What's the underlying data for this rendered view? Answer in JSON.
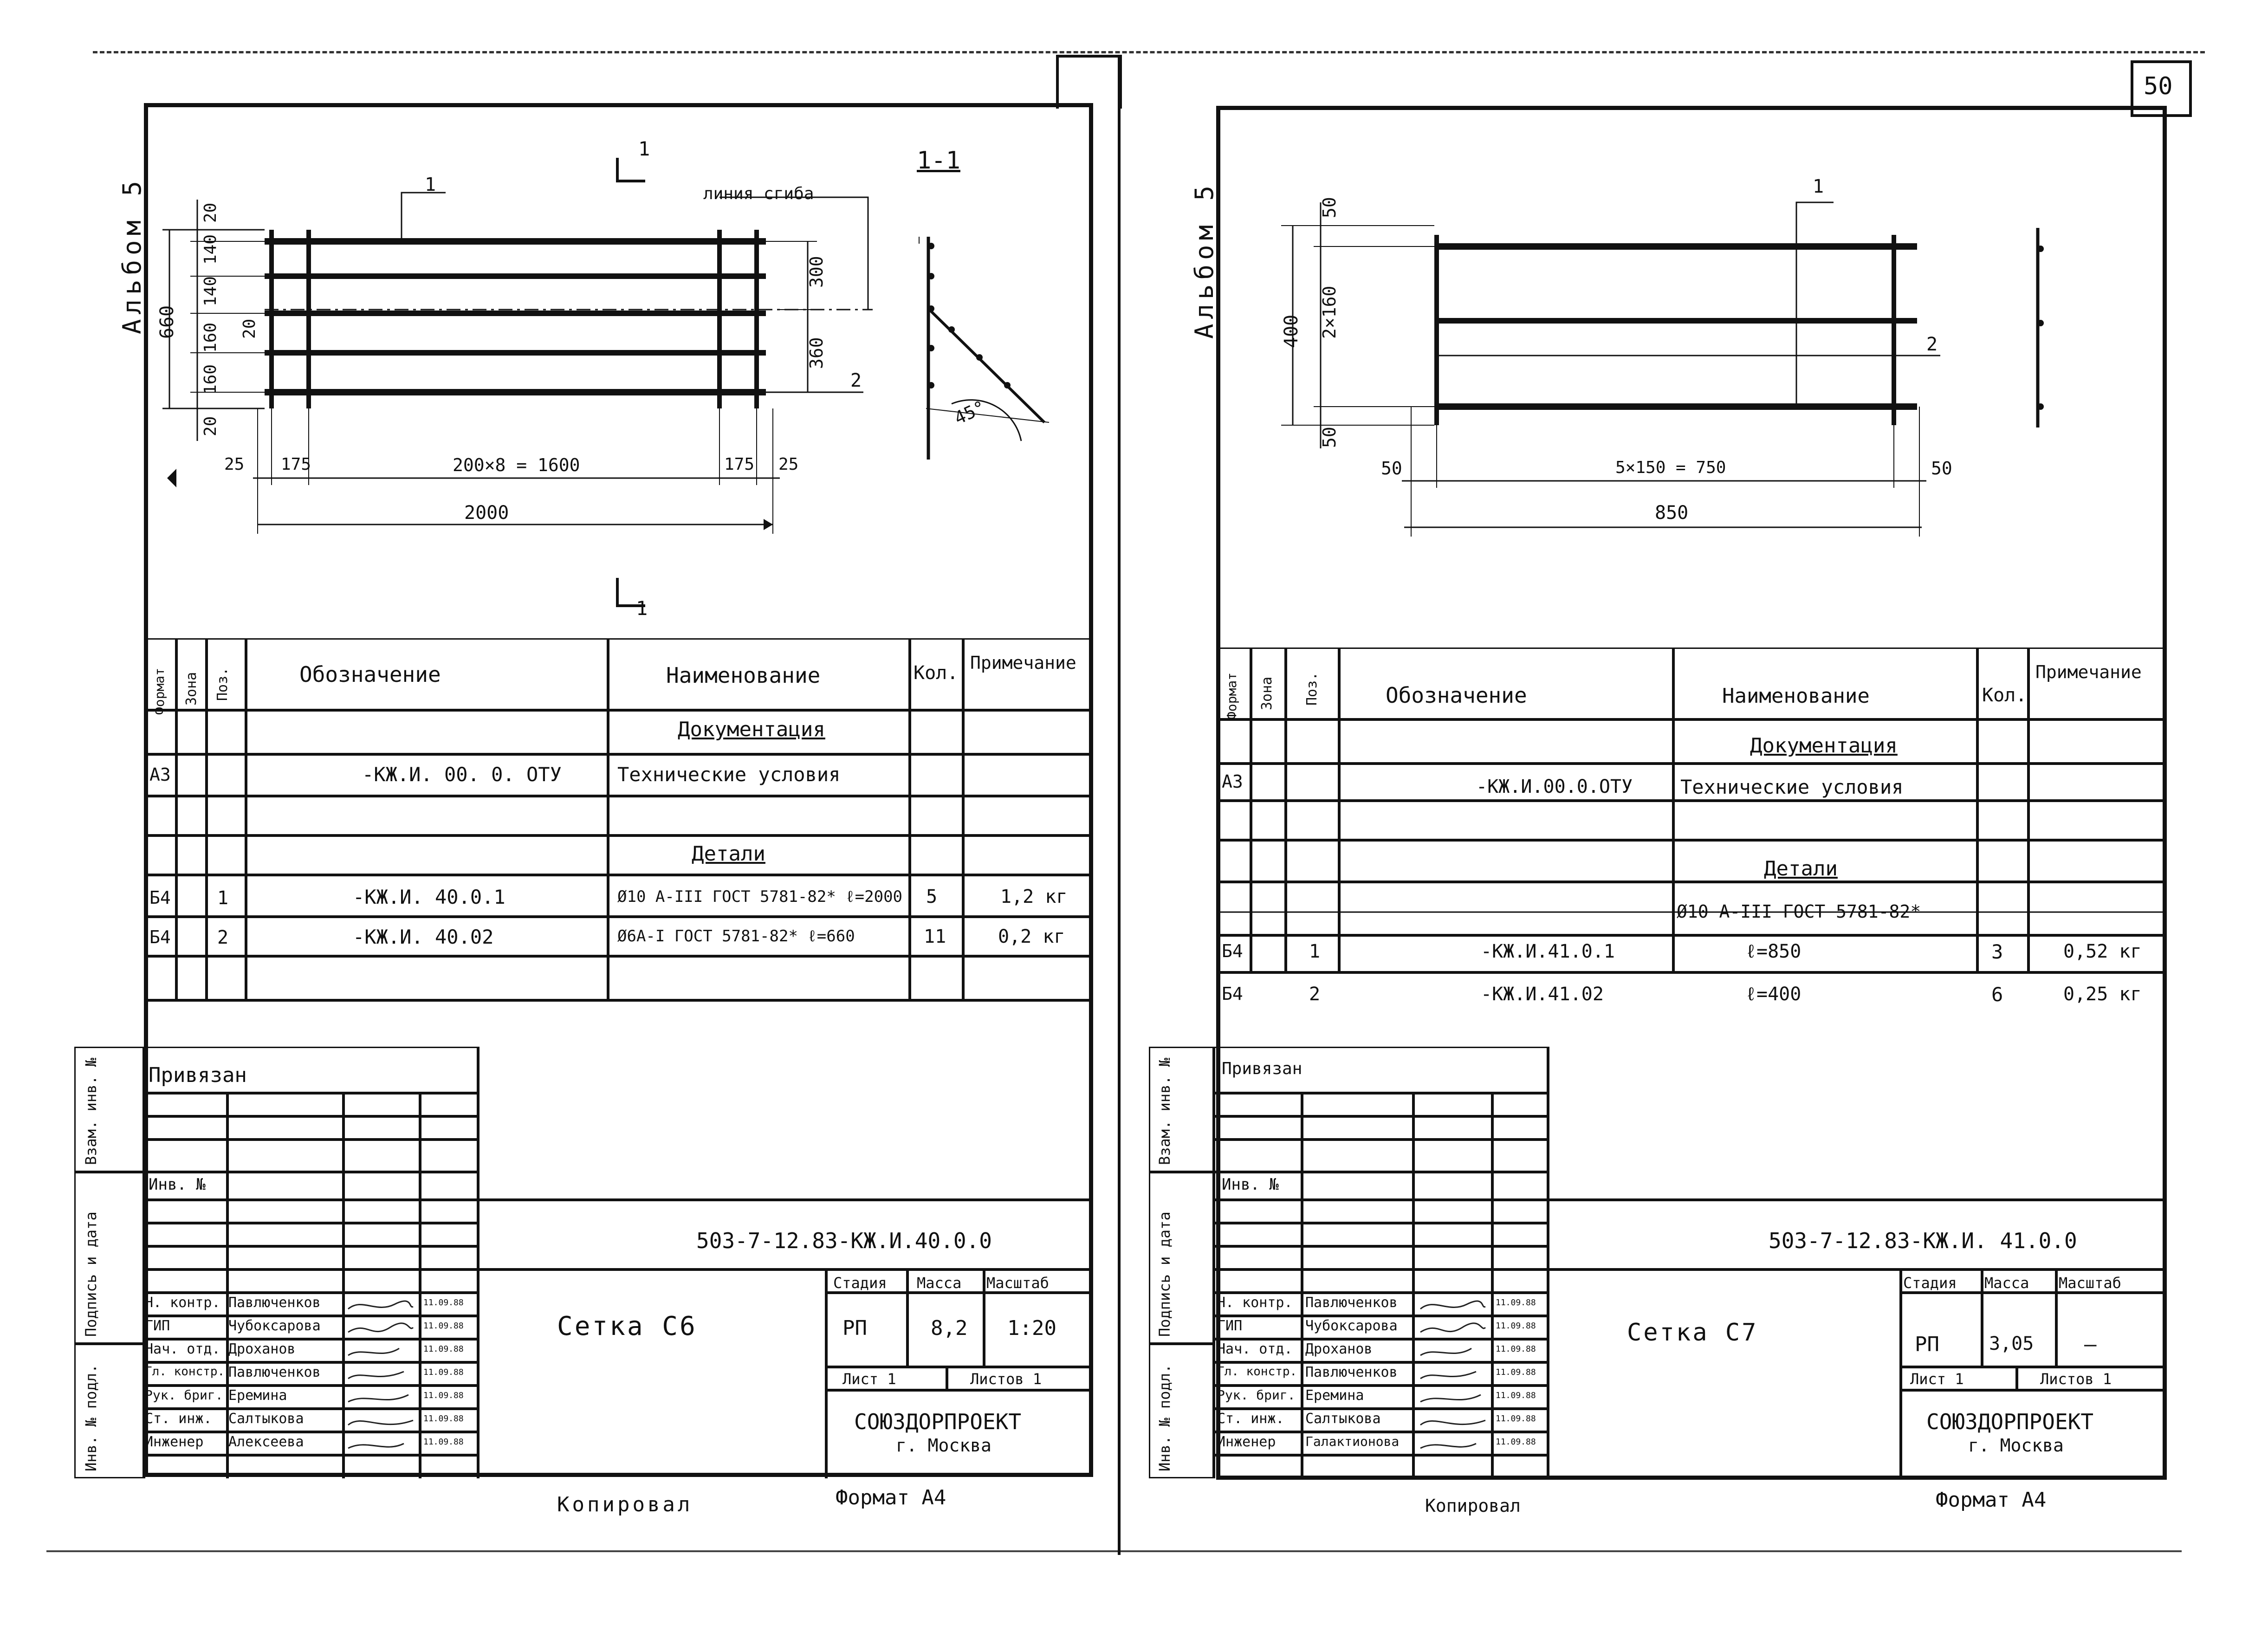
{
  "page_number": "50",
  "left": {
    "album": "Альбом 5",
    "section_mark": "1",
    "section_title": "1-1",
    "fold_line": "линия сгиба",
    "angle": "45°",
    "dims": {
      "d20a": "20",
      "d140a": "140",
      "d140b": "140",
      "d20b": "20",
      "d160a": "160",
      "d160b": "160",
      "d20c": "20",
      "d660": "660",
      "d300": "300",
      "d360": "360",
      "d25a": "25",
      "d175a": "175",
      "d_mid": "200×8 = 1600",
      "d175b": "175",
      "d25b": "25",
      "d2000": "2000",
      "pos1": "1",
      "pos2": "2"
    },
    "spec": {
      "headers": {
        "format": "Формат",
        "zone": "Зона",
        "pos": "Поз.",
        "designation": "Обозначение",
        "name": "Наименование",
        "qty": "Кол.",
        "note": "Примечание"
      },
      "doc_section": "Документация",
      "doc_row": {
        "format": "А3",
        "designation": "-КЖ.И. 00. 0. ОТУ",
        "name": "Технические условия"
      },
      "parts_section": "Детали",
      "rows": [
        {
          "format": "Б4",
          "pos": "1",
          "designation": "-КЖ.И. 40.0.1",
          "name": "Ø10 А-III ГОСТ 5781-82* ℓ=2000",
          "qty": "5",
          "note": "1,2 кг"
        },
        {
          "format": "Б4",
          "pos": "2",
          "designation": "-КЖ.И. 40.02",
          "name": "Ø6А-I ГОСТ 5781-82* ℓ=660",
          "qty": "11",
          "note": "0,2 кг"
        }
      ]
    },
    "stamp": {
      "privyazan": "Привязан",
      "inv_no": "Инв. №",
      "side_labels": [
        "Взам. инв. №",
        "Подпись и дата",
        "Инв. № подл."
      ],
      "code": "503-7-12.83-КЖ.И.40.0.0",
      "title": "Сетка С6",
      "stage_h": "Стадия",
      "mass_h": "Масса",
      "scale_h": "Масштаб",
      "stage": "РП",
      "mass": "8,2",
      "scale": "1:20",
      "sheet": "Лист 1",
      "sheets": "Листов 1",
      "org": "СОЮЗДОРПРОЕКТ",
      "city": "г. Москва",
      "people": [
        {
          "role": "Н. контр.",
          "name": "Павлюченков",
          "date": "11.09.88"
        },
        {
          "role": "ГИП",
          "name": "Чубоксарова",
          "date": "11.09.88"
        },
        {
          "role": "Нач. отд.",
          "name": "Дроханов",
          "date": "11.09.88"
        },
        {
          "role": "Гл. констр.",
          "name": "Павлюченков",
          "date": "11.09.88"
        },
        {
          "role": "Рук. бриг.",
          "name": "Еремина",
          "date": "11.09.88"
        },
        {
          "role": "Ст. инж.",
          "name": "Салтыкова",
          "date": "11.09.88"
        },
        {
          "role": "Инженер",
          "name": "Алексеева",
          "date": "11.09.88"
        }
      ]
    },
    "copied": "Копировал",
    "format": "Формат А4"
  },
  "right": {
    "album": "Альбом 5",
    "dims": {
      "d50a": "50",
      "d2x160": "2×160",
      "d400": "400",
      "d50b": "50",
      "d50c": "50",
      "d_mid": "5×150 = 750",
      "d50d": "50",
      "d850": "850",
      "pos1": "1",
      "pos2": "2"
    },
    "spec": {
      "headers": {
        "format": "Формат",
        "zone": "Зона",
        "pos": "Поз.",
        "designation": "Обозначение",
        "name": "Наименование",
        "qty": "Кол.",
        "note": "Примечание"
      },
      "doc_section": "Документация",
      "doc_row": {
        "format": "А3",
        "designation": "-КЖ.И.00.0.ОТУ",
        "name": "Технические условия"
      },
      "parts_section": "Детали",
      "material": "Ø10 А-III ГОСТ 5781-82*",
      "rows": [
        {
          "format": "Б4",
          "pos": "1",
          "designation": "-КЖ.И.41.0.1",
          "name": "ℓ=850",
          "qty": "3",
          "note": "0,52 кг"
        },
        {
          "format": "Б4",
          "pos": "2",
          "designation": "-КЖ.И.41.02",
          "name": "ℓ=400",
          "qty": "6",
          "note": "0,25 кг"
        }
      ]
    },
    "stamp": {
      "privyazan": "Привязан",
      "inv_no": "Инв. №",
      "side_labels": [
        "Взам. инв. №",
        "Подпись и дата",
        "Инв. № подл."
      ],
      "code": "503-7-12.83-КЖ.И. 41.0.0",
      "title": "Сетка С7",
      "stage_h": "Стадия",
      "mass_h": "Масса",
      "scale_h": "Масштаб",
      "stage": "РП",
      "mass": "3,05",
      "scale": "–",
      "sheet": "Лист 1",
      "sheets": "Листов 1",
      "org": "СОЮЗДОРПРОЕКТ",
      "city": "г. Москва",
      "people": [
        {
          "role": "Н. контр.",
          "name": "Павлюченков",
          "date": "11.09.88"
        },
        {
          "role": "ГИП",
          "name": "Чубоксарова",
          "date": "11.09.88"
        },
        {
          "role": "Нач. отд.",
          "name": "Дроханов",
          "date": "11.09.88"
        },
        {
          "role": "Гл. констр.",
          "name": "Павлюченков",
          "date": "11.09.88"
        },
        {
          "role": "Рук. бриг.",
          "name": "Еремина",
          "date": "11.09.88"
        },
        {
          "role": "Ст. инж.",
          "name": "Салтыкова",
          "date": "11.09.88"
        },
        {
          "role": "Инженер",
          "name": "Галактионова",
          "date": "11.09.88"
        }
      ]
    },
    "copied": "Копировал",
    "format": "Формат А4"
  }
}
